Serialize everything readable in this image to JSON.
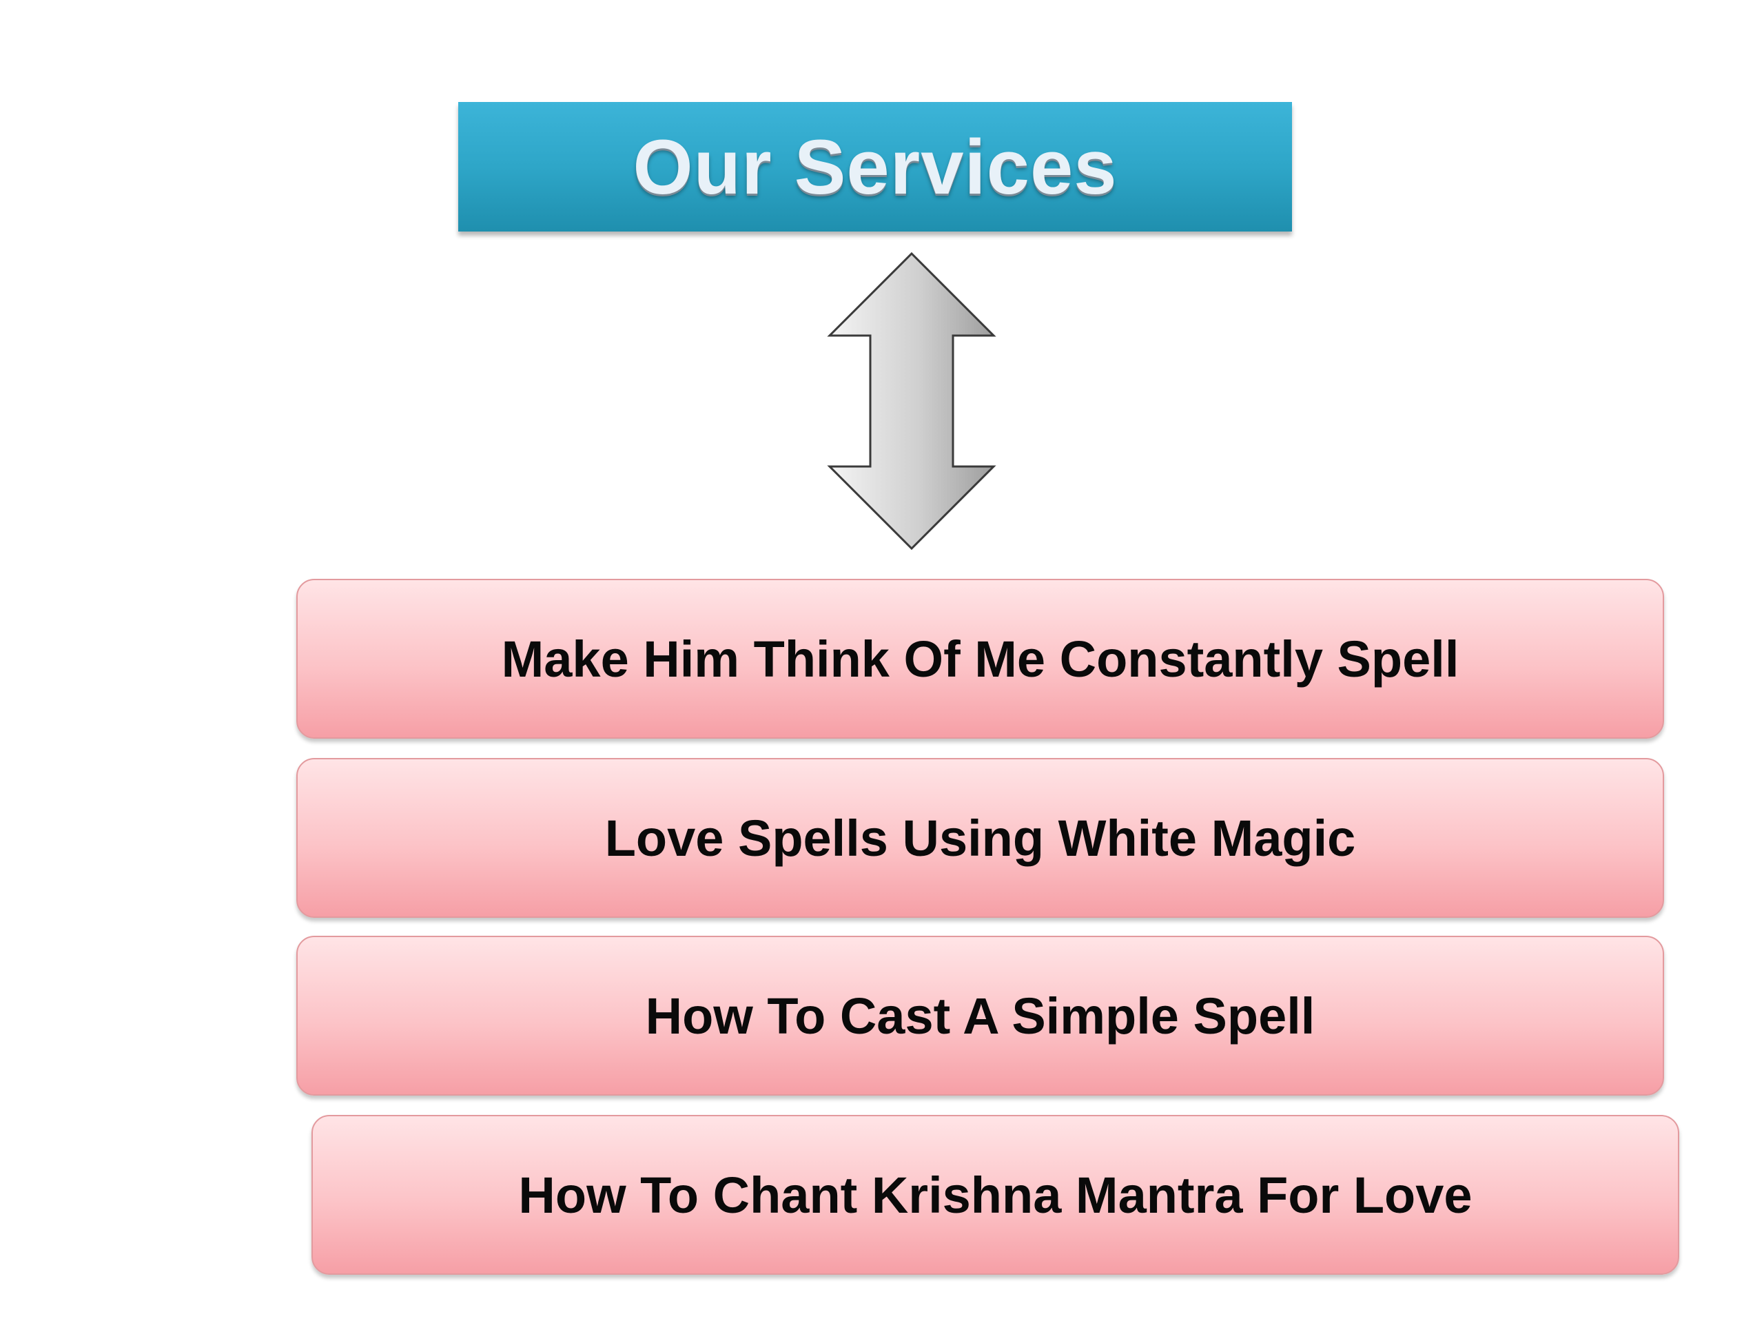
{
  "title": "Our Services",
  "services": [
    "Make Him Think Of Me Constantly Spell",
    "Love Spells Using White Magic",
    "How To Cast A Simple Spell",
    "How To Chant Krishna Mantra For Love"
  ],
  "icons": {
    "connector": "double-headed-vertical-arrow-icon"
  },
  "colors": {
    "title_bg": "#2ea6c8",
    "title_text": "#e8f1f8",
    "service_bg": "#fcc3c7",
    "service_border": "#e39a9e",
    "service_text": "#0a0a0a",
    "arrow_fill": "#d0d0d0"
  }
}
